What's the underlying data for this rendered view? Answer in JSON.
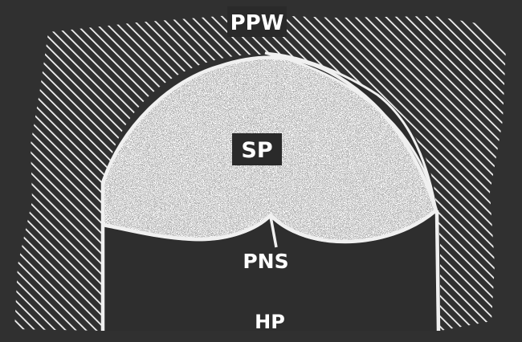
{
  "labels": {
    "ppw": "PPW",
    "sp": "SP",
    "pns": "PNS",
    "hp": "HP"
  },
  "colors": {
    "background": "#303030",
    "hatch_line": "#f2f2f2",
    "outline": "#f0f0f0",
    "label_box": "#2a2a2a",
    "speckle_base": "#8a8a8a"
  }
}
